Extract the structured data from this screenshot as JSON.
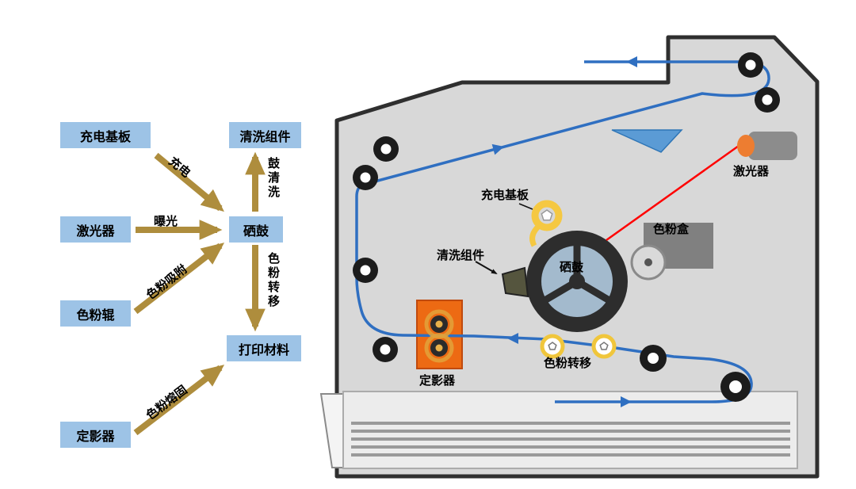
{
  "flowchart": {
    "nodes": [
      {
        "id": "charge_board",
        "label": "充电基板"
      },
      {
        "id": "laser",
        "label": "激光器"
      },
      {
        "id": "toner_roller",
        "label": "色粉辊"
      },
      {
        "id": "fuser",
        "label": "定影器"
      },
      {
        "id": "cleaning",
        "label": "清洗组件"
      },
      {
        "id": "drum",
        "label": "硒鼓"
      },
      {
        "id": "print_material",
        "label": "打印材料"
      }
    ],
    "edges": [
      {
        "id": "charge",
        "label": "充电"
      },
      {
        "id": "expose",
        "label": "曝光"
      },
      {
        "id": "toner_adsorb",
        "label": "色粉吸附"
      },
      {
        "id": "drum_clean",
        "label": "鼓清洗"
      },
      {
        "id": "toner_transfer",
        "label": "色粉转移"
      },
      {
        "id": "toner_fuse",
        "label": "色粉熔固"
      }
    ]
  },
  "printer": {
    "labels": {
      "charge_board": "充电基板",
      "cleaning": "清洗组件",
      "drum": "硒鼓",
      "toner_box": "色粉盒",
      "laser": "激光器",
      "fuser": "定影器",
      "toner_transfer": "色粉转移"
    }
  },
  "colors": {
    "node_bg": "#9DC3E6",
    "flow_arrow": "#AE8D3D",
    "paper_path": "#2F6FC1",
    "laser_beam": "#FF0000",
    "fuser_orange": "#ED6A13",
    "component_yellow": "#F5C842",
    "printer_body": "#D8D8D8",
    "roller_dark": "#1C1C1C",
    "toner_box_gray": "#808080"
  }
}
